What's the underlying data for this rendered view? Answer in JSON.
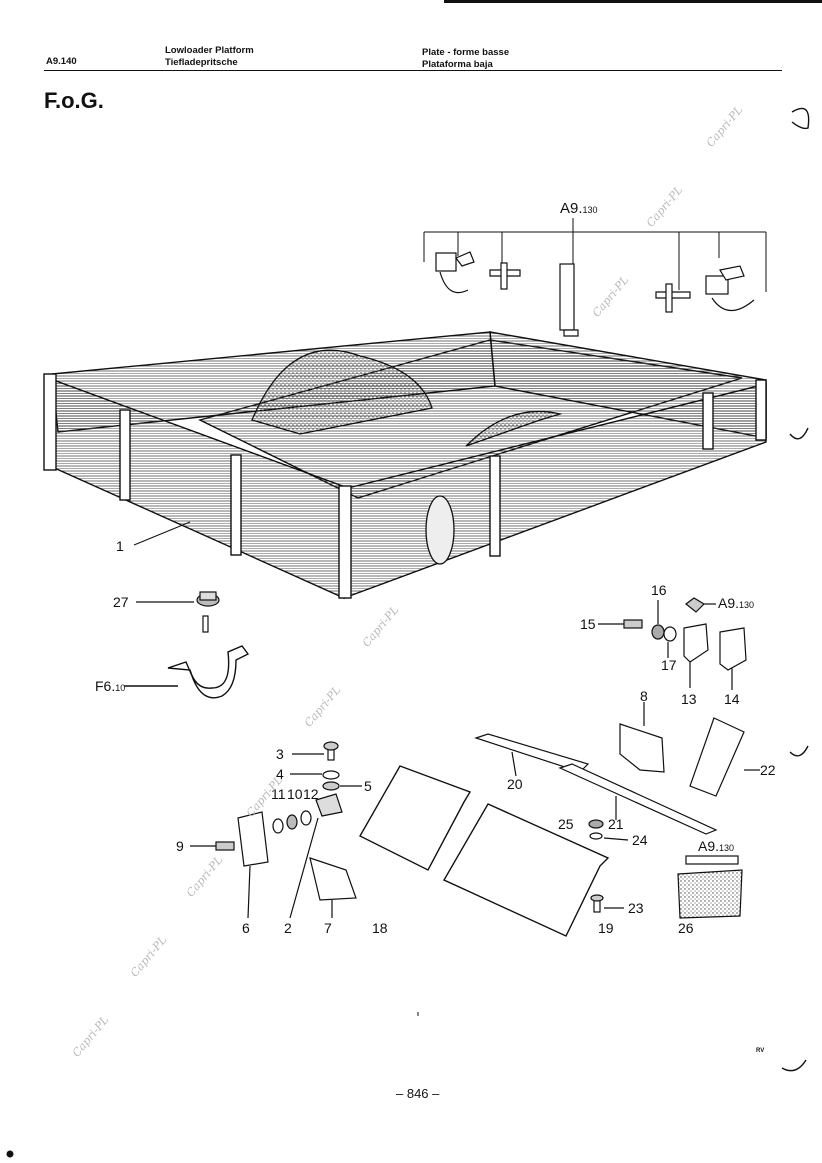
{
  "header": {
    "page_code": "A9.140",
    "title_en": "Lowloader Platform",
    "title_de": "Tiefladepritsche",
    "title_fr": "Plate - forme basse",
    "title_es": "Plataforma baja",
    "model": "F.o.G."
  },
  "callouts": {
    "top_ref": "A9.",
    "top_ref_sub": "130",
    "part_1": "1",
    "part_27": "27",
    "f6": "F6.",
    "f6_sub": "10",
    "part_16": "16",
    "part_15": "15",
    "a9_ref2": "A9.",
    "a9_ref2_sub": "130",
    "part_17": "17",
    "part_13": "13",
    "part_14": "14",
    "part_8": "8",
    "part_3": "3",
    "part_4": "4",
    "part_5": "5",
    "part_11": "11",
    "part_10": "10",
    "part_12": "12",
    "part_20": "20",
    "part_22": "22",
    "part_25": "25",
    "part_21": "21",
    "part_24": "24",
    "part_9": "9",
    "a9_ref3": "A9.",
    "a9_ref3_sub": "130",
    "part_23": "23",
    "part_6": "6",
    "part_2": "2",
    "part_7": "7",
    "part_18": "18",
    "part_19": "19",
    "part_26": "26"
  },
  "footer": {
    "page_number": "– 846 –",
    "initials": "RV"
  },
  "watermark": "Capri-PL"
}
